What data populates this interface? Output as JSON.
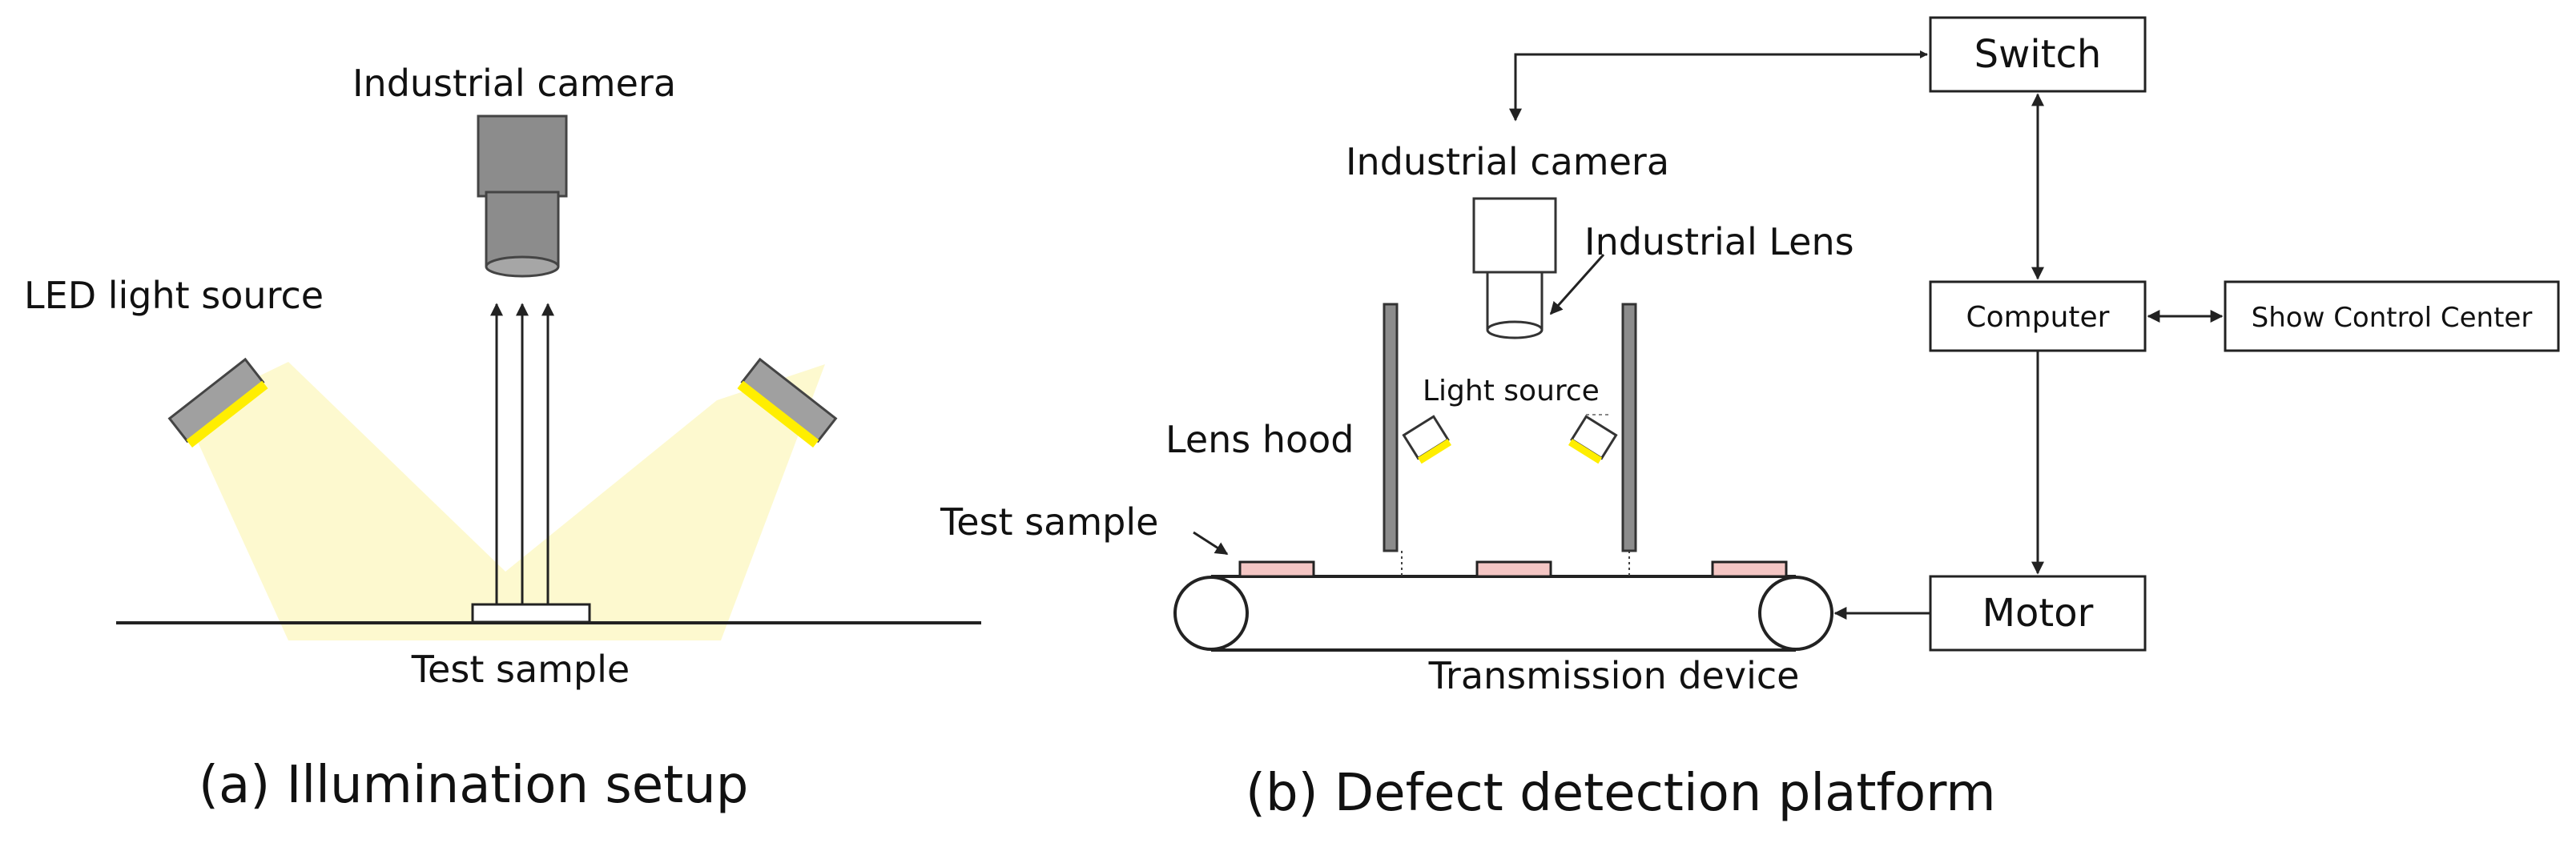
{
  "panel_a": {
    "camera_label": "Industrial camera",
    "led_label": "LED light source",
    "sample_label": "Test sample",
    "caption": "(a)  Illumination setup"
  },
  "panel_b": {
    "camera_label": "Industrial camera",
    "lens_label": "Industrial Lens",
    "light_label": "Light  source",
    "hood_label": "Lens hood",
    "sample_label": "Test sample",
    "conveyor_label": "Transmission device",
    "caption": "(b)  Defect detection platform",
    "blocks": {
      "switch": "Switch",
      "computer": "Computer",
      "show_control": "Show Control  Center",
      "motor": "Motor"
    }
  },
  "colors": {
    "light_beam": "#fdf9cf",
    "led_glow": "#ffee00",
    "camera_gray": "#8c8c8c",
    "sample_pink": "#f4c6c4",
    "stroke": "#222222"
  }
}
